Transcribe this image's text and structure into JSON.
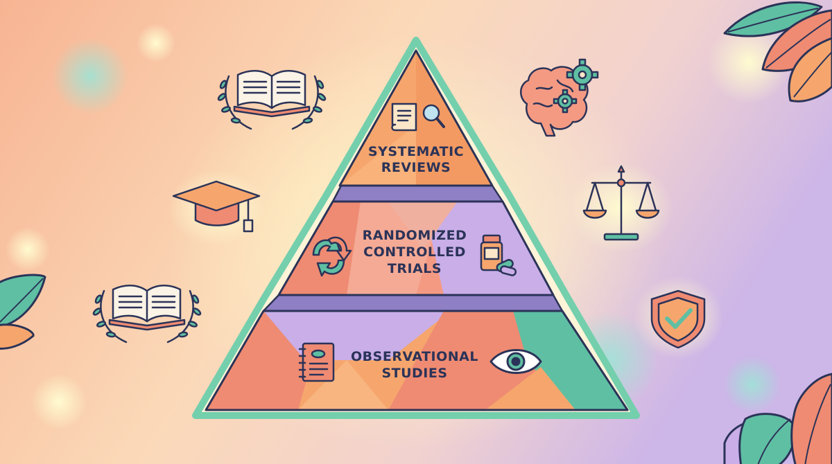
{
  "pyramid": {
    "tiers": [
      {
        "id": "top",
        "lines": [
          "SYSTEMATIC",
          "REVIEWS"
        ]
      },
      {
        "id": "middle",
        "lines": [
          "RANDOMIZED",
          "CONTROLLED",
          "TRIALS"
        ]
      },
      {
        "id": "bottom",
        "lines": [
          "OBSERVATIONAL",
          "STUDIES"
        ]
      }
    ]
  },
  "icons": {
    "top_tier": "document-magnifier-icon",
    "middle_tier": [
      "cycle-arrows-icon",
      "pill-bottle-icon"
    ],
    "bottom_tier": [
      "notebook-icon",
      "eye-icon"
    ],
    "decorations": [
      "open-book-laurel-icon",
      "graduation-cap-icon",
      "brain-gears-icon",
      "balance-scale-icon",
      "shield-check-icon",
      "leaf-icon"
    ]
  },
  "colors": {
    "background_left": "#f6b08f",
    "background_right": "#cdb4e6",
    "outline_teal": "#74cfad",
    "coral": "#ef8b72",
    "orange": "#f6a66d",
    "lavender": "#c9aee8",
    "teal": "#5fbf9f",
    "navy": "#2b3358"
  }
}
